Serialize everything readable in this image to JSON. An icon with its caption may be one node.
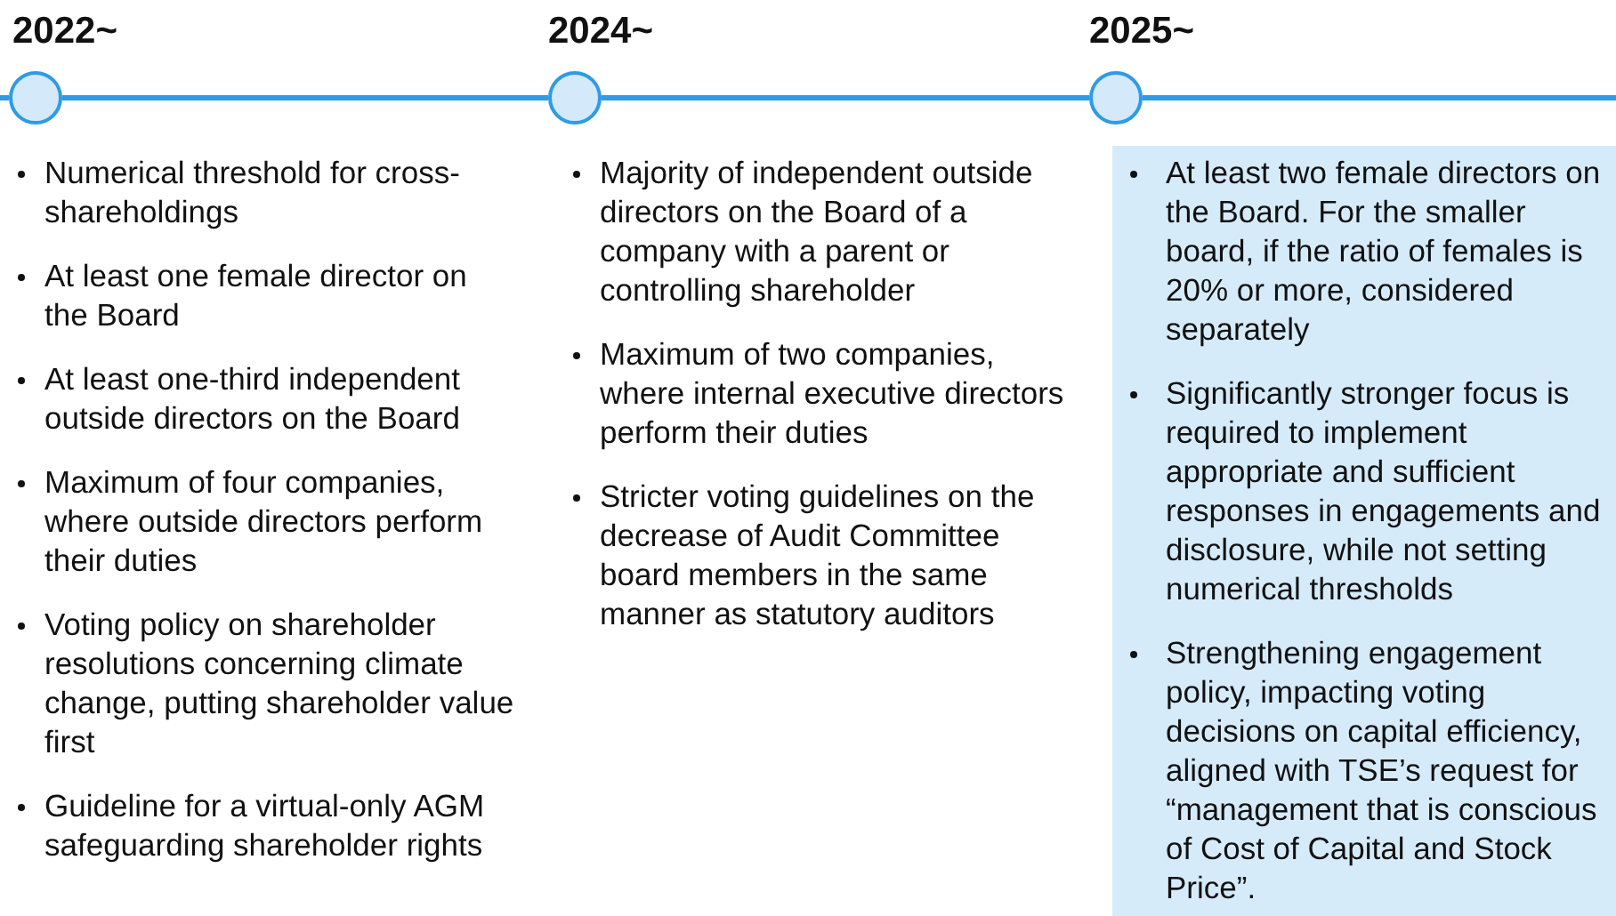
{
  "diagram": {
    "nodes": [
      {
        "text": [
          "2022~"
        ]
      },
      {
        "text": [
          "2024~"
        ]
      },
      {
        "text": [
          "2025~"
        ]
      },
      {
        "text": [
          "Numerical threshold for cross-shareholdings",
          "At least one female director on the Board",
          "At least one-third independent outside directors on the Board",
          "Maximum  of four companies, where outside directors perform their duties",
          "Voting policy on shareholder resolutions concerning climate change, putting shareholder value first",
          "Guideline for a virtual-only AGM safeguarding shareholder rights"
        ]
      },
      {
        "text": [
          "Majority of independent outside directors on the Board of a company with a parent or controlling shareholder",
          "Maximum  of two companies, where internal executive directors perform their duties",
          "Stricter voting guidelines on the decrease of Audit Committee board members in the same manner as statutory auditors"
        ]
      },
      {
        "text": [
          "At least two female directors on the Board. For the smaller board, if the ratio of females is 20% or more, considered separately",
          "Significantly stronger focus is required to implement appropriate and sufficient responses in engagements and disclosure, while not setting numerical thresholds",
          "Strengthening engagement policy, impacting voting decisions on capital efficiency, aligned with TSE’s request for “management that is conscious of Cost of Capital and Stock Price”."
        ]
      }
    ],
    "edges": [
      {
        "from": null,
        "to": 0,
        "arrow": "none"
      },
      {
        "from": 0,
        "to": 1,
        "arrow": "none"
      },
      {
        "from": 1,
        "to": 2,
        "arrow": "none"
      },
      {
        "from": 2,
        "to": null,
        "arrow": "none"
      }
    ]
  }
}
